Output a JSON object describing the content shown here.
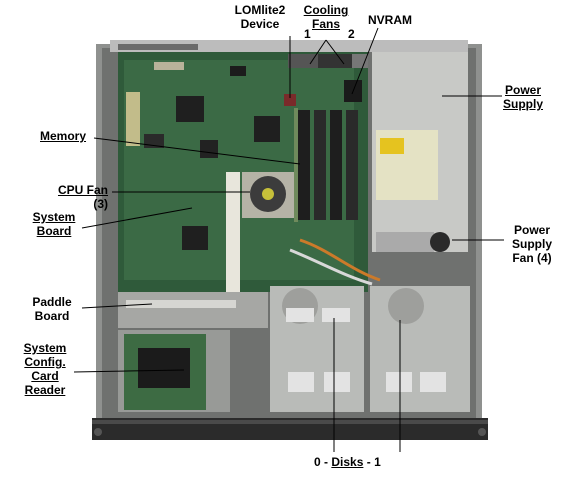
{
  "labels": {
    "lomlite_line1": "LOMlite2",
    "lomlite_line2": "Device",
    "cooling_line1": "Cooling",
    "cooling_line2": "Fans",
    "fan_1": "1",
    "fan_2": "2",
    "nvram": "NVRAM",
    "power_line1": "Power",
    "power_line2": "Supply",
    "memory": "Memory",
    "cpu_fan_line1": "CPU Fan",
    "cpu_fan_line2": "(3)",
    "system_board_line1": "System",
    "system_board_line2": "Board",
    "psu_fan_line1": "Power",
    "psu_fan_line2": "Supply",
    "psu_fan_line3": "Fan (4)",
    "paddle_line1": "Paddle",
    "paddle_line2": "Board",
    "scc_line1": "System",
    "scc_line2": "Config.",
    "scc_line3": "Card",
    "scc_line4": "Reader",
    "disk_0": "0 -",
    "disks": "Disks",
    "disk_1": "- 1"
  },
  "colors": {
    "chassis": "#9a9c9a",
    "motherboard": "#2f5a3a",
    "psu": "#c8c9c6",
    "disk_bay": "#b9bbb8",
    "leader": "#000000"
  }
}
